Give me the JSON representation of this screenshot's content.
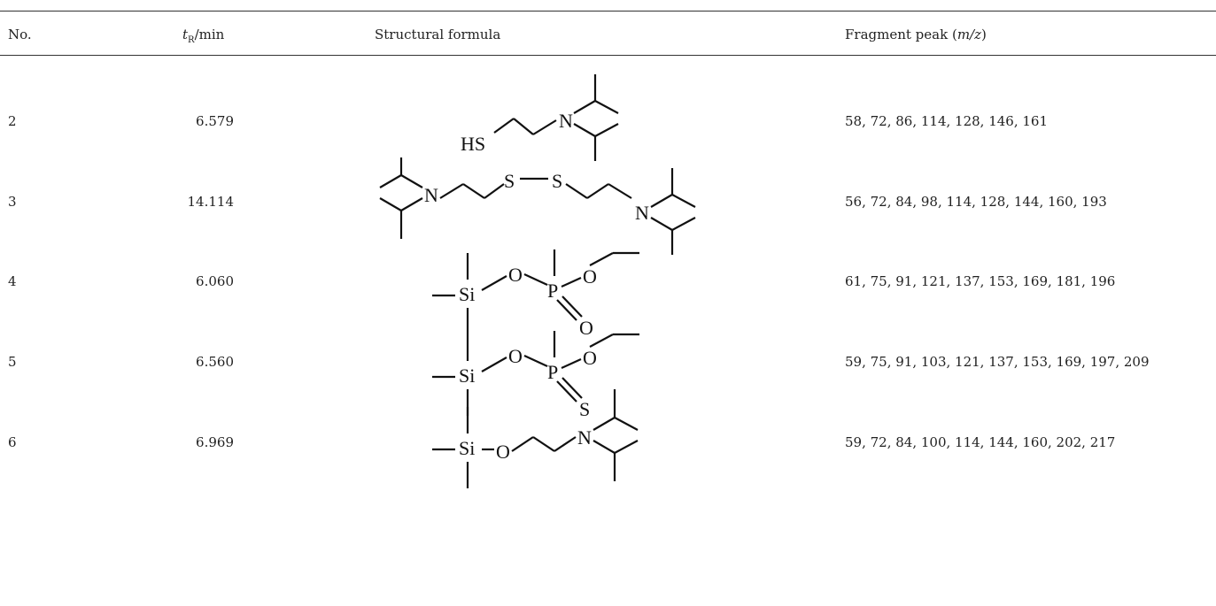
{
  "table": {
    "headers": {
      "no": "No.",
      "tr_var": "t",
      "tr_sub": "R",
      "tr_unit": "/min",
      "structure": "Structural formula",
      "fragment_prefix": "Fragment peak (",
      "fragment_unit": "m/z",
      "fragment_suffix": ")"
    },
    "rows": [
      {
        "no": "2",
        "tr": "6.579",
        "fragments": "58, 72, 86, 114, 128, 146, 161",
        "structure_atoms": [
          "HS",
          "N"
        ]
      },
      {
        "no": "3",
        "tr": "14.114",
        "fragments": "56, 72, 84, 98, 114, 128, 144, 160, 193",
        "structure_atoms": [
          "N",
          "S",
          "S",
          "N"
        ]
      },
      {
        "no": "4",
        "tr": "6.060",
        "fragments": "61, 75, 91, 121, 137, 153, 169, 181, 196",
        "structure_atoms": [
          "Si",
          "O",
          "P",
          "O",
          "O"
        ]
      },
      {
        "no": "5",
        "tr": "6.560",
        "fragments": "59, 75, 91, 103, 121, 137, 153, 169, 197, 209",
        "structure_atoms": [
          "Si",
          "O",
          "P",
          "O",
          "S"
        ]
      },
      {
        "no": "6",
        "tr": "6.969",
        "fragments": "59, 72, 84, 100, 114, 144, 160, 202, 217",
        "structure_atoms": [
          "Si",
          "O",
          "N"
        ]
      }
    ]
  }
}
